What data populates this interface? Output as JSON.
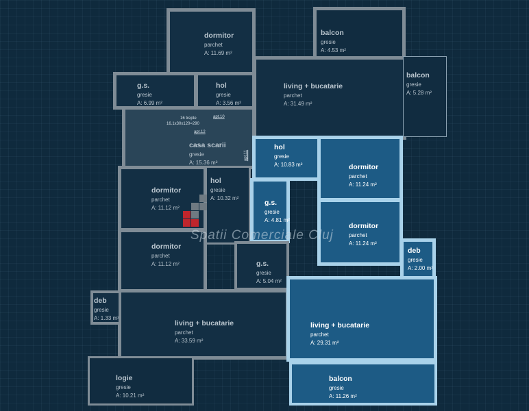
{
  "rooms": [
    {
      "name": "dormitor",
      "material": "parchet",
      "area": "A: 11.69 m²"
    },
    {
      "name": "balcon",
      "material": "gresie",
      "area": "A: 4.53 m²"
    },
    {
      "name": "g.s.",
      "material": "gresie",
      "area": "A: 6.99 m²"
    },
    {
      "name": "hol",
      "material": "gresie",
      "area": "A: 3.56 m²"
    },
    {
      "name": "living + bucatarie",
      "material": "parchet",
      "area": "A: 31.49 m²"
    },
    {
      "name": "balcon",
      "material": "gresie",
      "area": "A: 5.28 m²"
    },
    {
      "name": "casa scarii",
      "material": "gresie",
      "area": "A: 15.36 m²"
    },
    {
      "name": "hol",
      "material": "gresie",
      "area": "A: 10.83 m²"
    },
    {
      "name": "dormitor",
      "material": "parchet",
      "area": "A: 11.24 m²"
    },
    {
      "name": "hol",
      "material": "gresie",
      "area": "A: 10.32 m²"
    },
    {
      "name": "dormitor",
      "material": "parchet",
      "area": "A: 11.12 m²"
    },
    {
      "name": "g.s.",
      "material": "gresie",
      "area": "A: 4.81 m²"
    },
    {
      "name": "dormitor",
      "material": "parchet",
      "area": "A: 11.24 m²"
    },
    {
      "name": "dormitor",
      "material": "parchet",
      "area": "A: 11.12 m²"
    },
    {
      "name": "deb",
      "material": "gresie",
      "area": "A: 2.00 m²"
    },
    {
      "name": "g.s.",
      "material": "gresie",
      "area": "A: 5.04 m²"
    },
    {
      "name": "deb",
      "material": "gresie",
      "area": "A: 1.33 m²"
    },
    {
      "name": "living + bucatarie",
      "material": "parchet",
      "area": "A: 33.59 m²"
    },
    {
      "name": "living + bucatarie",
      "material": "parchet",
      "area": "A: 29.31 m²"
    },
    {
      "name": "logie",
      "material": "gresie",
      "area": "A: 10.21 m²"
    },
    {
      "name": "balcon",
      "material": "gresie",
      "area": "A: 11.26 m²"
    }
  ],
  "stairs": {
    "steps": "16 trepte",
    "dims": "16.1x30x120=290"
  },
  "apartments": {
    "a10": "apt.10",
    "a11": "apt.11",
    "a12": "apt.12"
  },
  "watermark": "Spatii Comerciale Cluj",
  "colors": {
    "background": "#0f2a3d",
    "highlight": "#1d5b85",
    "highlight_wall": "#a9d2ea",
    "wall": "#7f8c96",
    "logo_red": "#c0262c"
  }
}
